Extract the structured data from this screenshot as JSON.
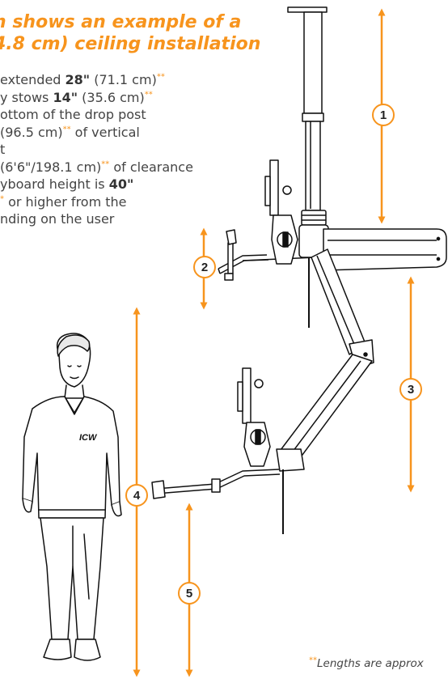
{
  "title": {
    "line1": "n shows an example of a",
    "line2": "4.8 cm) ceiling installation"
  },
  "notes": [
    {
      "pre": "extended ",
      "bold": "28\"",
      "post": " (71.1 cm)",
      "ast": "**"
    },
    {
      "pre": "y stows ",
      "bold": "14\"",
      "post": " (35.6 cm)",
      "ast": "**"
    },
    {
      "pre": "ottom of the drop post",
      "bold": "",
      "post": "",
      "ast": ""
    },
    {
      "pre": "(96.5 cm)",
      "bold": "",
      "post": " of vertical",
      "ast": "**"
    },
    {
      "pre": "t",
      "bold": "",
      "post": "",
      "ast": ""
    },
    {
      "pre": " (6'6\"/198.1 cm)",
      "bold": "",
      "post": " of clearance",
      "ast": "**"
    },
    {
      "pre": "yboard height is ",
      "bold": "40\"",
      "post": "",
      "ast": ""
    },
    {
      "pre": "",
      "bold": "",
      "post": " or higher from the",
      "ast": "*"
    },
    {
      "pre": "nding on the user",
      "bold": "",
      "post": "",
      "ast": ""
    }
  ],
  "callouts": [
    "1",
    "2",
    "3",
    "4",
    "5"
  ],
  "logo_text": "ICW",
  "footnote": {
    "ast": "**",
    "text": "Lengths are approx"
  },
  "colors": {
    "accent": "#F7941D",
    "line": "#111111",
    "text": "#444444"
  },
  "icons": [
    "person-figure",
    "ceiling-mounted-arm",
    "dimension-arrow"
  ]
}
